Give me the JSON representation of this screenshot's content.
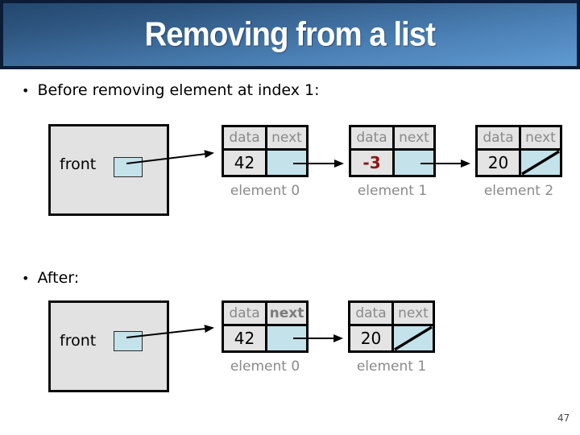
{
  "title": "Removing from a list",
  "page_number": "47",
  "bullets": {
    "marker": "•",
    "before": "Before removing element at index 1:",
    "after": "After:"
  },
  "headers": {
    "data": "data",
    "next": "next"
  },
  "before": {
    "front_label": "front",
    "nodes": [
      {
        "value": "42",
        "label": "element 0",
        "next": "pointer-to-element-1"
      },
      {
        "value": "-3",
        "label": "element 1",
        "next": "pointer-to-element-2"
      },
      {
        "value": "20",
        "label": "element 2",
        "next": "null"
      }
    ]
  },
  "after": {
    "front_label": "front",
    "nodes": [
      {
        "value": "42",
        "label": "element 0",
        "next": "pointer-to-element-1"
      },
      {
        "value": "20",
        "label": "element 1",
        "next": "null"
      }
    ]
  },
  "colors": {
    "title_gradient_top": "#2e5680",
    "title_gradient_bottom": "#5f9bd1",
    "title_border": "#0d1c36",
    "title_text": "#ffffff",
    "box_fill": "#e4e4e4",
    "pointer_cell_fill": "#c3e2ea",
    "negative_value": "#8f1515",
    "muted_text": "#8a8a8a"
  }
}
